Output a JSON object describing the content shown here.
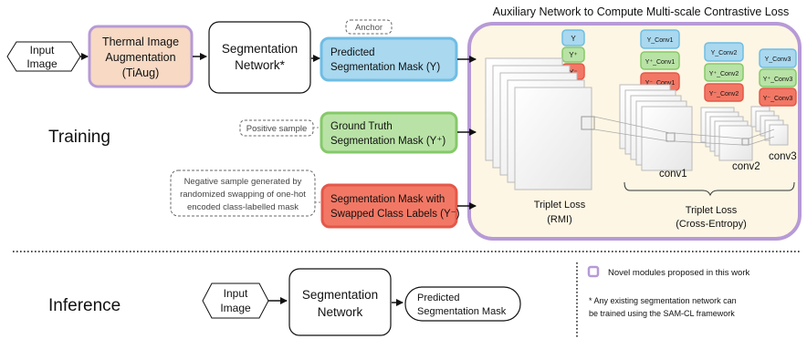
{
  "title": "Auxiliary Network to Compute Multi-scale Contrastive Loss",
  "training": {
    "label": "Training",
    "input_lines": [
      "Input",
      "Image"
    ],
    "tiaug_lines": [
      "Thermal Image",
      "Augmentation",
      "(TiAug)"
    ],
    "segnet_lines": [
      "Segmentation",
      "Network*"
    ],
    "predicted_lines": [
      "Predicted",
      "Segmentation Mask (Y)"
    ],
    "anchor": "Anchor",
    "positive_sample": "Positive sample",
    "ground_truth_lines": [
      "Ground Truth",
      "Segmentation Mask (Y⁺)"
    ],
    "negative_note_lines": [
      "Negative sample generated by",
      "randomized swapping of one-hot",
      "encoded class-labelled mask"
    ],
    "swapped_lines": [
      "Segmentation Mask with",
      "Swapped Class Labels (Y⁻)"
    ]
  },
  "aux": {
    "stack_labels": [
      "Y",
      "Y⁺",
      "Y⁻"
    ],
    "conv1_labels": [
      "Y_Conv1",
      "Y⁺_Conv1",
      "Y⁻_Conv1"
    ],
    "conv2_labels": [
      "Y_Conv2",
      "Y⁺_Conv2",
      "Y⁻_Conv2"
    ],
    "conv3_labels": [
      "Y_Conv3",
      "Y⁺_Conv3",
      "Y⁻_Conv3"
    ],
    "conv1": "conv1",
    "conv2": "conv2",
    "conv3": "conv3",
    "triplet_rmi_lines": [
      "Triplet Loss",
      "(RMI)"
    ],
    "triplet_ce_lines": [
      "Triplet Loss",
      "(Cross-Entropy)"
    ]
  },
  "inference": {
    "label": "Inference",
    "input_lines": [
      "Input",
      "Image"
    ],
    "segnet_lines": [
      "Segmentation",
      "Network"
    ],
    "predicted_lines": [
      "Predicted",
      "Segmentation Mask"
    ]
  },
  "legend": {
    "novel": "Novel modules proposed in this work",
    "note_lines": [
      "* Any existing segmentation network can",
      "be trained using the SAM-CL framework"
    ]
  },
  "colors": {
    "novel_border": "#b79ad6",
    "aux_fill": "#fdf6e4",
    "tiaug_fill": "#f7d9c4",
    "blue": "#a9d8ef",
    "blue_border": "#6fbde4",
    "green": "#b9e3a6",
    "green_border": "#86c96a",
    "red": "#f27865",
    "red_border": "#e4584a"
  }
}
